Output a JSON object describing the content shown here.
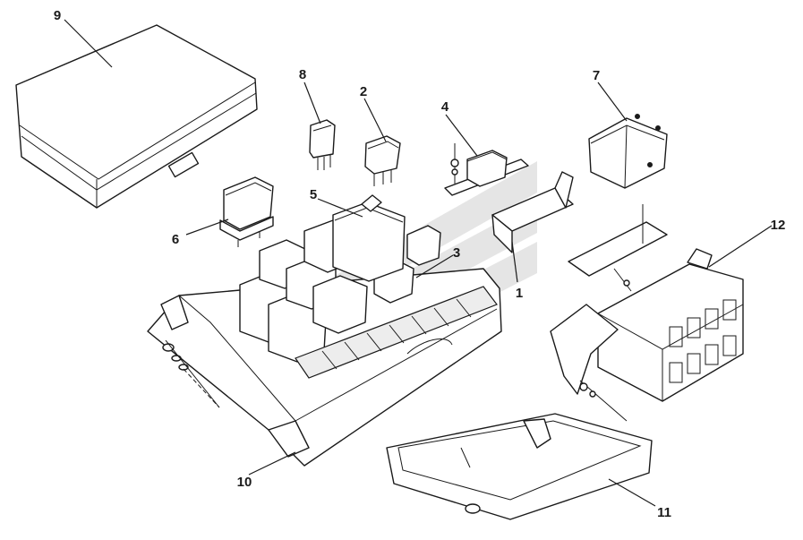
{
  "callouts": {
    "c1": "1",
    "c2": "2",
    "c3": "3",
    "c4": "4",
    "c5": "5",
    "c6": "6",
    "c7": "7",
    "c8": "8",
    "c9": "9",
    "c10": "10",
    "c11": "11",
    "c12": "12"
  },
  "colors": {
    "line": "#1a1a1a",
    "watermark": "#cfcfcf",
    "background": "#ffffff"
  }
}
